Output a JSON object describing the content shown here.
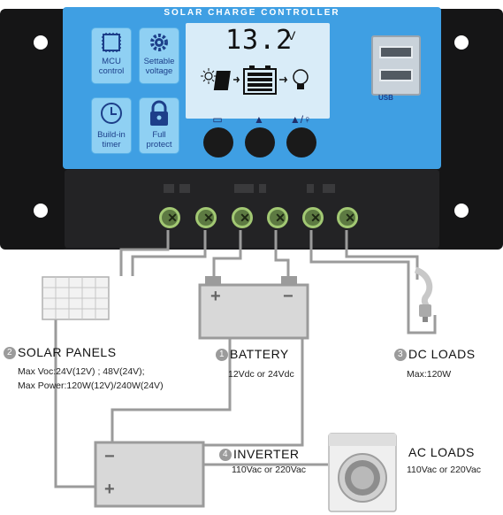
{
  "controller": {
    "title": "SOLAR CHARGE CONTROLLER",
    "reading_value": "13.2",
    "reading_unit": "V",
    "tiles": [
      {
        "label_line1": "MCU",
        "label_line2": "control",
        "icon": "chip-icon"
      },
      {
        "label_line1": "Settable",
        "label_line2": "voltage",
        "icon": "gear-icon"
      },
      {
        "label_line1": "Build-in",
        "label_line2": "timer",
        "icon": "clock-icon"
      },
      {
        "label_line1": "Full",
        "label_line2": "protect",
        "icon": "padlock-icon"
      }
    ],
    "buttons": [
      {
        "icon": "screen-icon",
        "glyph": "▭"
      },
      {
        "icon": "warning-icon",
        "glyph": "▲"
      },
      {
        "icon": "light-icon",
        "glyph": "▲/♀"
      }
    ],
    "usb_logo": "USB"
  },
  "components": {
    "battery": {
      "number": "1",
      "title": "BATTERY",
      "spec": "12Vdc  or  24Vdc",
      "plus": "+",
      "minus": "−"
    },
    "solar": {
      "number": "2",
      "title": "SOLAR  PANELS",
      "spec_line1": "Max  Voc:24V(12V) ; 48V(24V);",
      "spec_line2": "Max  Power:120W(12V)/240W(24V)"
    },
    "dc_loads": {
      "number": "3",
      "title": "DC  LOADS",
      "spec": "Max:120W"
    },
    "inverter": {
      "number": "4",
      "title": "INVERTER",
      "spec": "110Vac  or  220Vac",
      "plus": "+",
      "minus": "−"
    },
    "ac_loads": {
      "title": "AC  LOADS",
      "spec": "110Vac  or  220Vac"
    }
  },
  "colors": {
    "panel_blue": "#3f9fe3",
    "body_black": "#1b1b1d",
    "wire_gray": "#9b9b9b",
    "terminal_green": "#a2c873"
  }
}
